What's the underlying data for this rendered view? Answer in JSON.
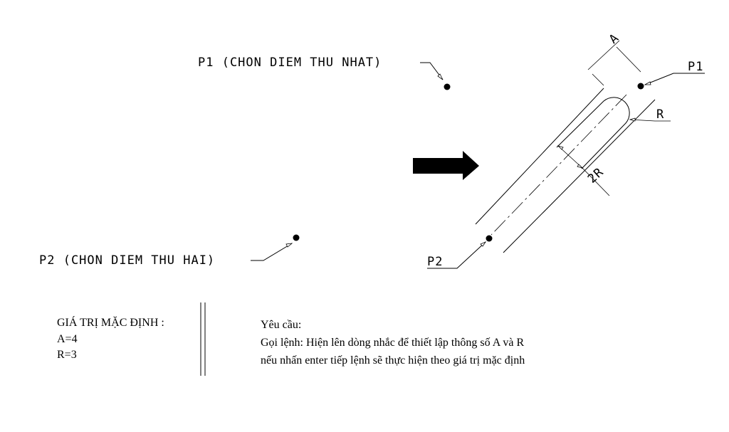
{
  "diagram": {
    "left_panel": {
      "p1_label": "P1 (CHON DIEM THU NHAT)",
      "p2_label": "P2 (CHON DIEM THU HAI)"
    },
    "right_panel": {
      "label_p1": "P1",
      "label_p2": "P2",
      "label_a": "A",
      "label_r": "R",
      "label_2r": "2R"
    },
    "defaults": {
      "title": "GIÁ TRỊ MẶC ĐỊNH :",
      "a": "A=4",
      "r": "R=3"
    },
    "requirements": {
      "title": "Yêu cầu:",
      "line1": "Gọi lệnh: Hiện lên dòng nhắc để thiết lập thông số A và R",
      "line2": "nếu nhấn enter tiếp lệnh sẽ thực hiện theo giá trị mặc định"
    }
  }
}
